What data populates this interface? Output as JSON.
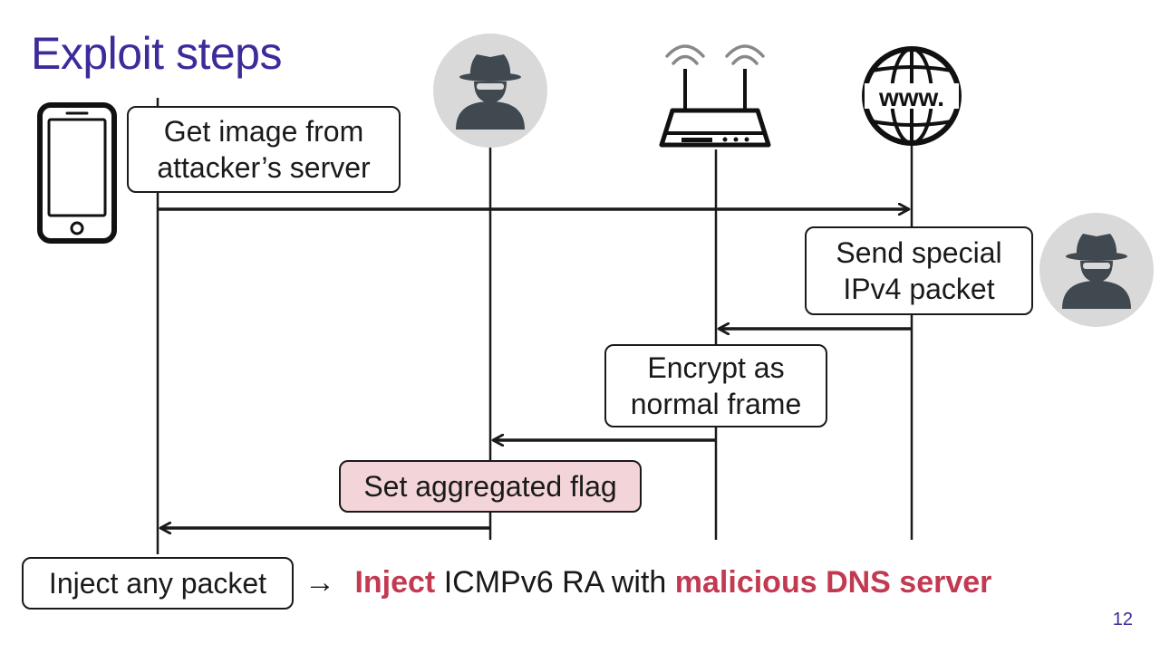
{
  "slide": {
    "title": "Exploit steps",
    "page_number": "12"
  },
  "steps": {
    "get_image": [
      "Get image from",
      "attacker’s server"
    ],
    "send_packet": [
      "Send special",
      "IPv4 packet"
    ],
    "encrypt": [
      "Encrypt as",
      "normal frame"
    ],
    "set_flag": "Set aggregated flag",
    "inject_any": "Inject any packet"
  },
  "conclusion": {
    "arrow": "→",
    "inject": "Inject",
    "middle": " ICMPv6 RA with ",
    "malicious": "malicious DNS server"
  },
  "icons": {
    "www_label": "www.",
    "names": [
      "phone-icon",
      "attacker-icon",
      "router-icon",
      "globe-www-icon",
      "attacker-icon"
    ]
  },
  "colors": {
    "title": "#3d2a9b",
    "highlight": "#c23a52",
    "flag_box": "#f3d4d8",
    "attacker_circle": "#d9d9d9",
    "attacker_figure": "#404850"
  }
}
